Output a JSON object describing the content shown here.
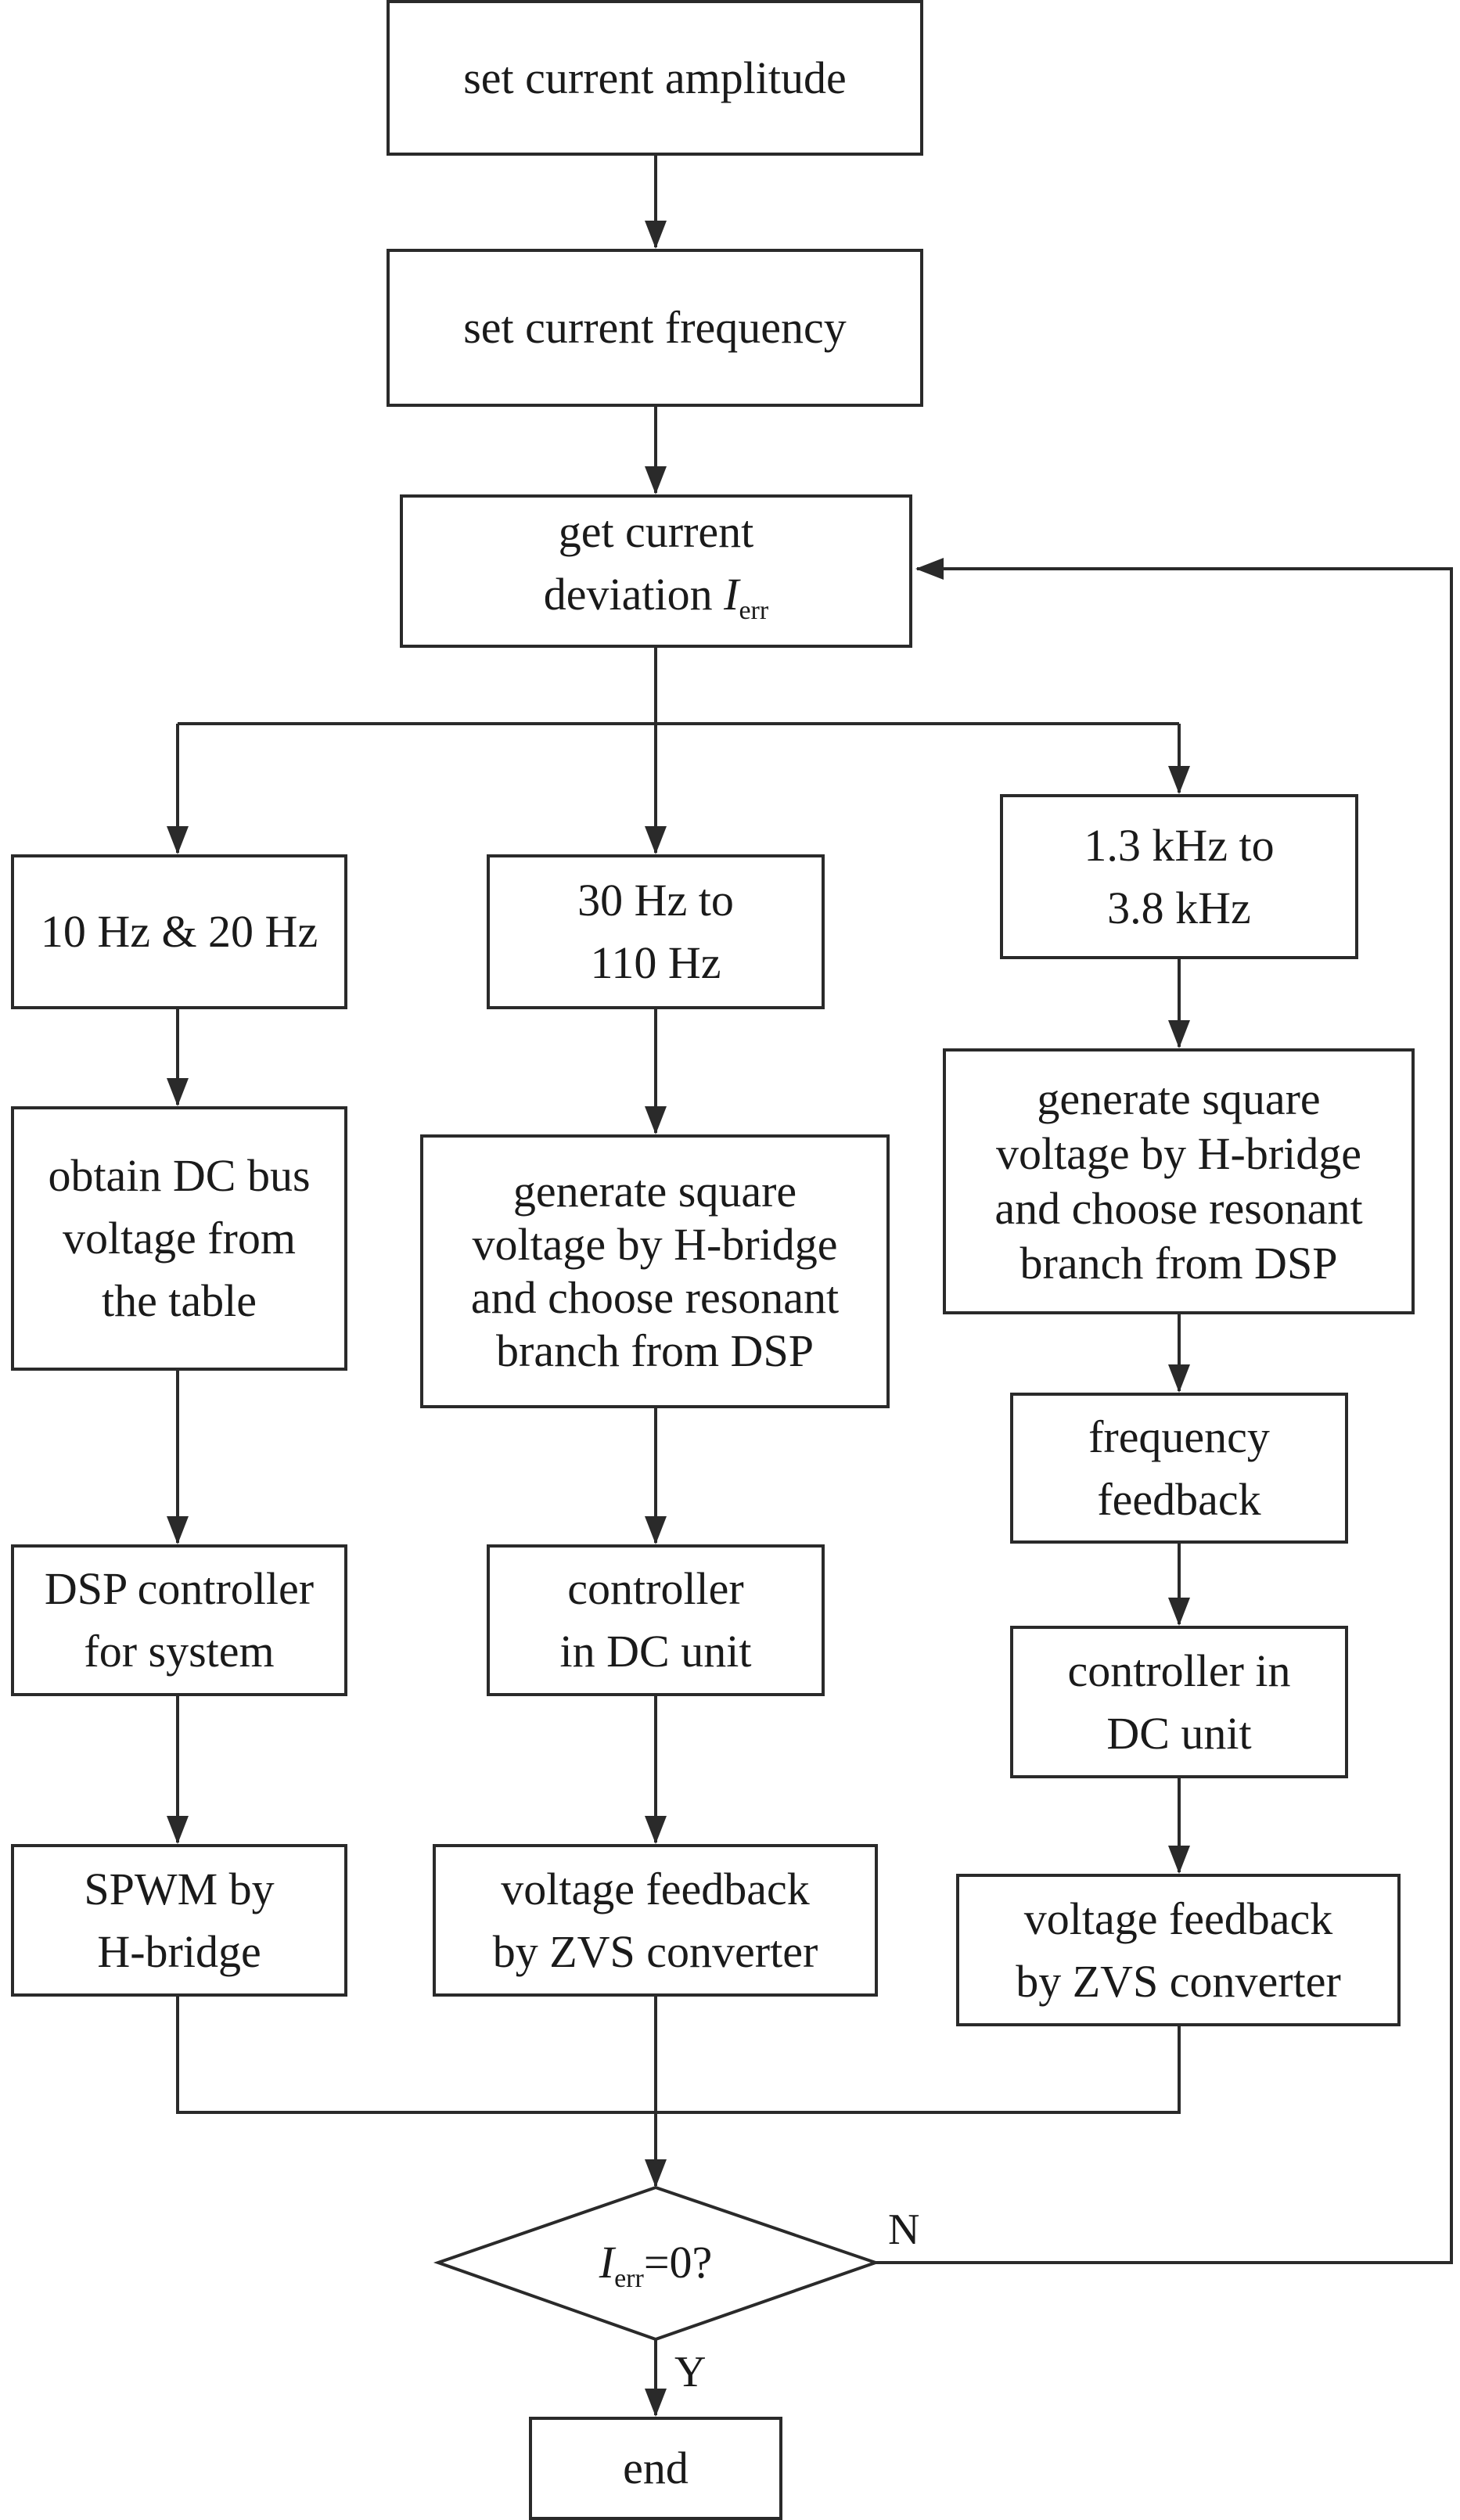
{
  "nodes": {
    "set_amplitude": [
      "set current amplitude"
    ],
    "set_frequency": [
      "set current frequency"
    ],
    "get_deviation": {
      "line1": "get current",
      "line2": "deviation ",
      "var": "I",
      "sub": "err"
    },
    "range_low": [
      "10 Hz & 20 Hz"
    ],
    "range_mid": [
      "30 Hz to",
      "110 Hz"
    ],
    "range_high": [
      "1.3 kHz to",
      "3.8 kHz"
    ],
    "obtain_dc": [
      "obtain DC bus",
      "voltage from",
      "the table"
    ],
    "gen_square_mid": [
      "generate square",
      "voltage by H-bridge",
      "and choose resonant",
      "branch from DSP"
    ],
    "gen_square_high": [
      "generate square",
      "voltage by H-bridge",
      "and choose resonant",
      "branch from DSP"
    ],
    "dsp_controller": [
      "DSP controller",
      "for system"
    ],
    "controller_mid": [
      "controller",
      "in DC unit"
    ],
    "freq_feedback": [
      "frequency",
      "feedback"
    ],
    "controller_high": [
      "controller in",
      "DC unit"
    ],
    "spwm": [
      "SPWM by",
      "H-bridge"
    ],
    "vfeedback_mid": [
      "voltage feedback",
      "by ZVS converter"
    ],
    "vfeedback_high": [
      "voltage feedback",
      "by ZVS converter"
    ],
    "decision": {
      "var": "I",
      "sub": "err",
      "rest": "=0?"
    },
    "end": [
      "end"
    ]
  },
  "labels": {
    "no": "N",
    "yes": "Y"
  }
}
